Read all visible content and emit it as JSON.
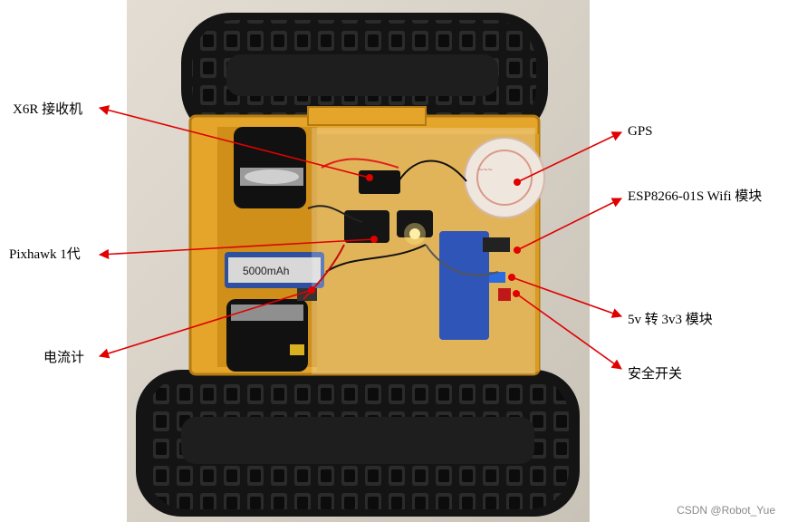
{
  "labels": {
    "x6r": "X6R 接收机",
    "pixhawk": "Pixhawk 1代",
    "current_meter": "电流计",
    "gps": "GPS",
    "esp": "ESP8266-01S  Wifi 模块",
    "converter": "5v 转 3v3 模块",
    "switch": "安全开关"
  },
  "battery_text": "5000mAh",
  "watermark": "CSDN @Robot_Yue",
  "colors": {
    "arrow": "#e00000",
    "chassis": "#e5a52a",
    "track": "#1a1a1a"
  }
}
